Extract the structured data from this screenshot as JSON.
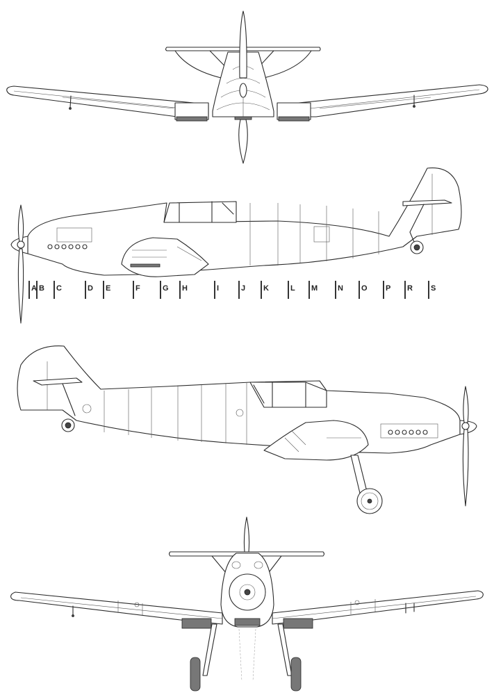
{
  "drawing": {
    "subject": "Single-engine monoplane fighter, four-view line drawing",
    "views": [
      {
        "id": "rear-view",
        "label": "Rear view"
      },
      {
        "id": "left-side-view",
        "label": "Port side profile (nose left)"
      },
      {
        "id": "right-side-view",
        "label": "Starboard side profile (nose right)"
      },
      {
        "id": "front-view",
        "label": "Front view"
      }
    ],
    "colors": {
      "line": "#2a2a2a",
      "background": "#ffffff",
      "hatch": "#777777"
    }
  },
  "stations": {
    "labels": [
      "A",
      "B",
      "C",
      "D",
      "E",
      "F",
      "G",
      "H",
      "I",
      "J",
      "K",
      "L",
      "M",
      "N",
      "O",
      "P",
      "R",
      "S"
    ],
    "x": [
      43,
      54,
      79,
      124,
      150,
      193,
      232,
      260,
      310,
      345,
      377,
      416,
      446,
      484,
      518,
      553,
      584,
      618
    ]
  }
}
